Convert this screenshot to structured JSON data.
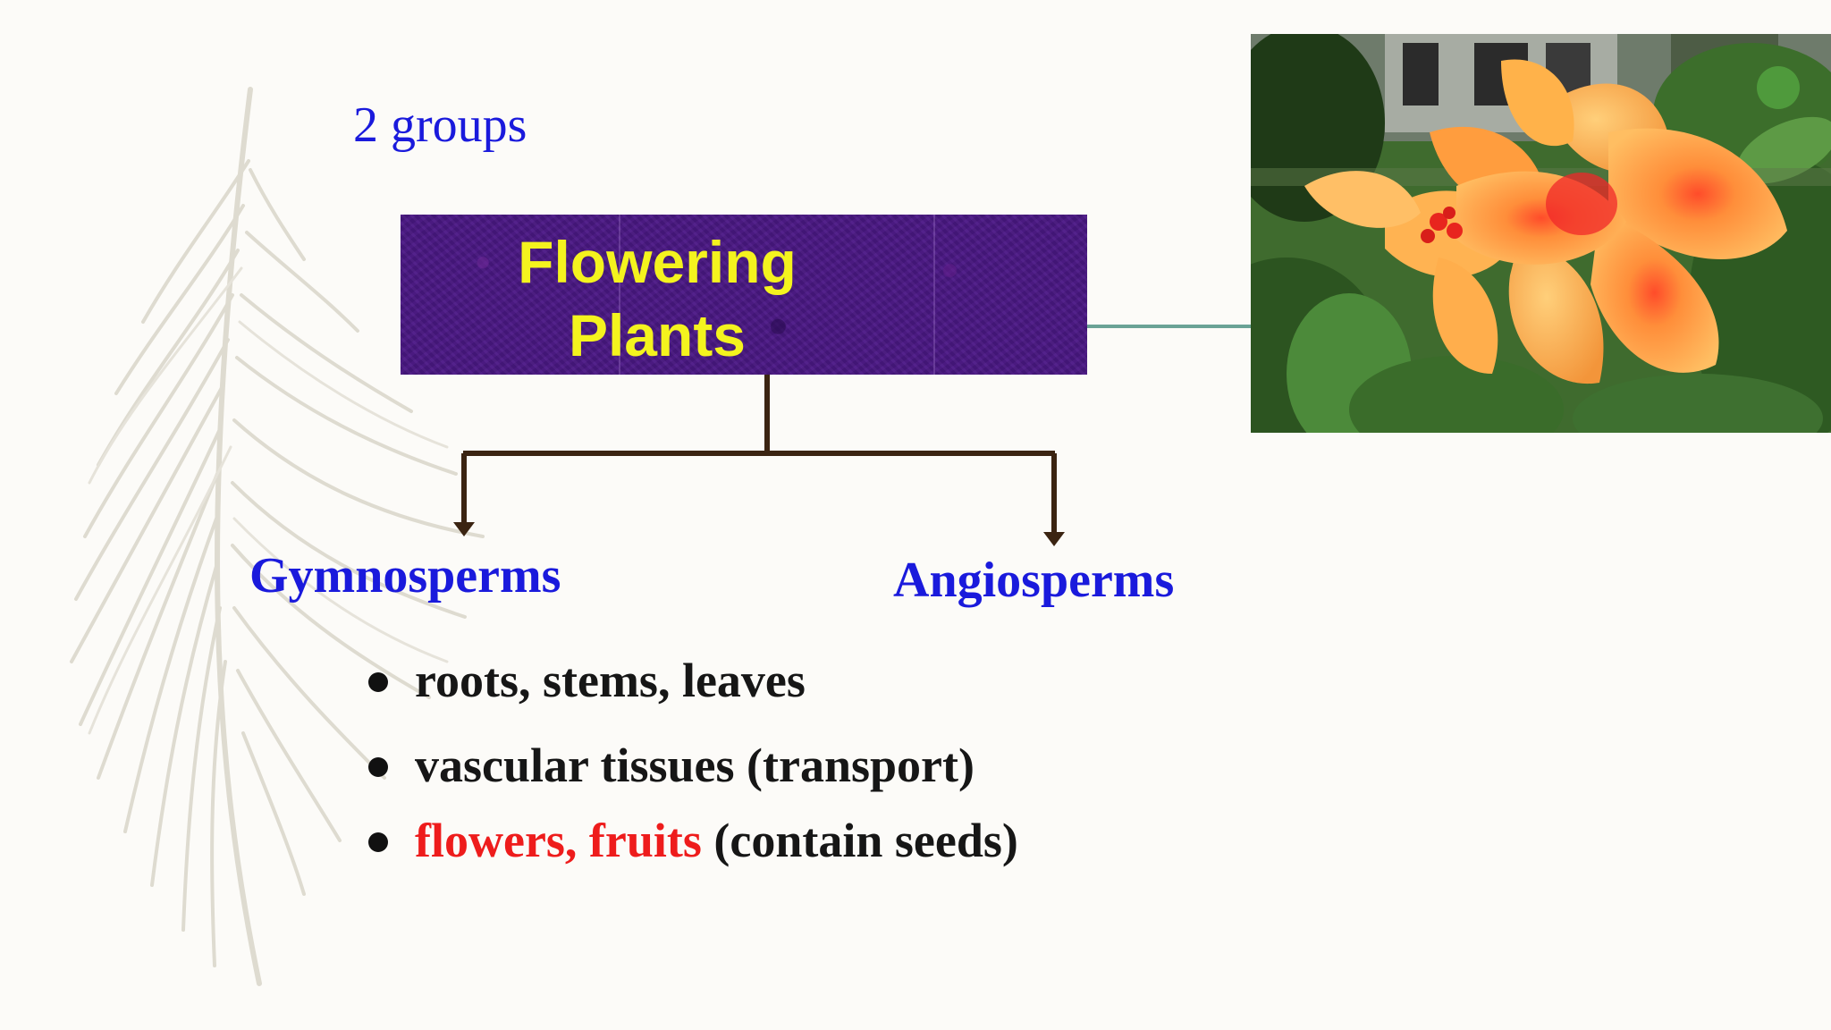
{
  "slide": {
    "groups_label": "2 groups",
    "title_line1": "Flowering",
    "title_line2": "Plants",
    "left_node": "Gymnosperms",
    "right_node": "Angiosperms",
    "bullets": [
      {
        "text": "roots, stems, leaves"
      },
      {
        "text": "vascular tissues (transport)"
      },
      {
        "highlight": "flowers, fruits",
        "text": " (contain seeds)"
      }
    ],
    "colors": {
      "label_blue": "#1a1adc",
      "title_yellow": "#f4f31e",
      "box_purple": "#4a1884",
      "highlight_red": "#ee1c1c",
      "connector_brown": "#3b2412",
      "photo_link": "#6aa396"
    },
    "image": {
      "name": "orange-hibiscus-flower-photo"
    }
  }
}
